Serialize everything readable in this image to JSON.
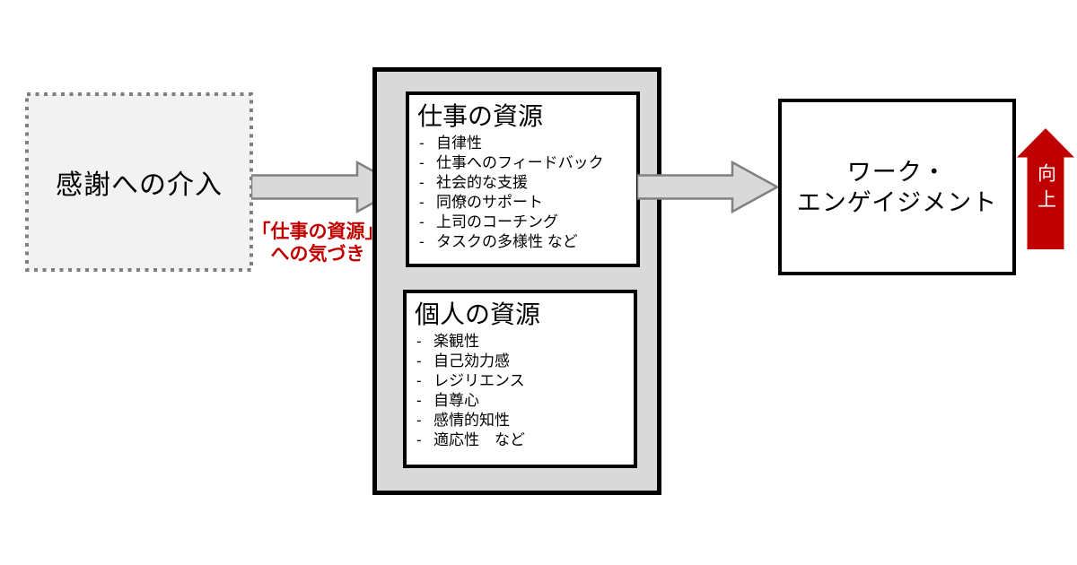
{
  "diagram": {
    "intervention_box": {
      "label": "感謝への介入"
    },
    "awareness_note": {
      "line1": "「仕事の資源」",
      "line2": "への気づき"
    },
    "resources_panel": {
      "job_resources": {
        "title": "仕事の資源",
        "items": [
          "自律性",
          "仕事へのフィードバック",
          "社会的な支援",
          "同僚のサポート",
          "上司のコーチング",
          "タスクの多様性 など"
        ]
      },
      "personal_resources": {
        "title": "個人の資源",
        "items": [
          "楽観性",
          "自己効力感",
          "レジリエンス",
          "自尊心",
          "感情的知性",
          "適応性　など"
        ]
      }
    },
    "outcome_box": {
      "line1": "ワーク・",
      "line2": "エンゲイジメント"
    },
    "up_arrow": {
      "label": "向上"
    },
    "colors": {
      "accent_red": "#C00000",
      "arrow_fill": "#D9D9D9",
      "arrow_stroke": "#808080",
      "panel_fill": "#D9D9D9",
      "panel_border": "#000000",
      "intervention_fill": "#F2F2F2",
      "intervention_border": "#7F7F7F",
      "box_bg": "#FFFFFF",
      "text_black": "#000000",
      "up_arrow_text": "#FFFFFF"
    }
  }
}
